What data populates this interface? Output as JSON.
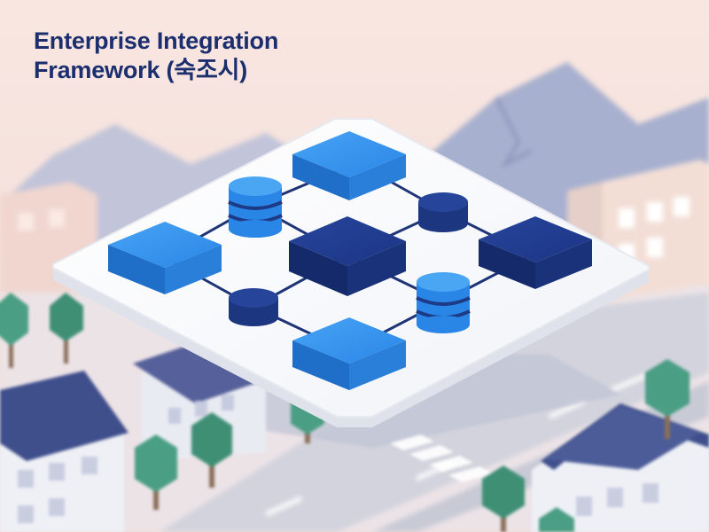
{
  "title": {
    "line1": "Enterprise Integration",
    "line2": "Framework (숙조시)"
  },
  "colors": {
    "background": "#f7e3de",
    "mountain": "#aab2d0",
    "road": "#c9cbd6",
    "platform": "#ffffff",
    "accent_light_blue": "#2f8be8",
    "accent_dark_blue": "#1e3a8a",
    "tree_green": "#4a9e83",
    "title_color": "#1b2f6e"
  },
  "illustration": {
    "nodes": [
      {
        "name": "server-box-top",
        "icon": "light-blue-cube"
      },
      {
        "name": "server-box-left",
        "icon": "light-blue-cube"
      },
      {
        "name": "server-box-center",
        "icon": "dark-blue-cube"
      },
      {
        "name": "server-box-right",
        "icon": "dark-blue-cube"
      },
      {
        "name": "server-box-bottom",
        "icon": "light-blue-cube"
      },
      {
        "name": "database-left",
        "icon": "database-icon"
      },
      {
        "name": "database-right",
        "icon": "database-icon"
      },
      {
        "name": "connector-hub-top",
        "icon": "dark-cylinder"
      },
      {
        "name": "connector-hub-bottom",
        "icon": "dark-cylinder"
      }
    ]
  }
}
